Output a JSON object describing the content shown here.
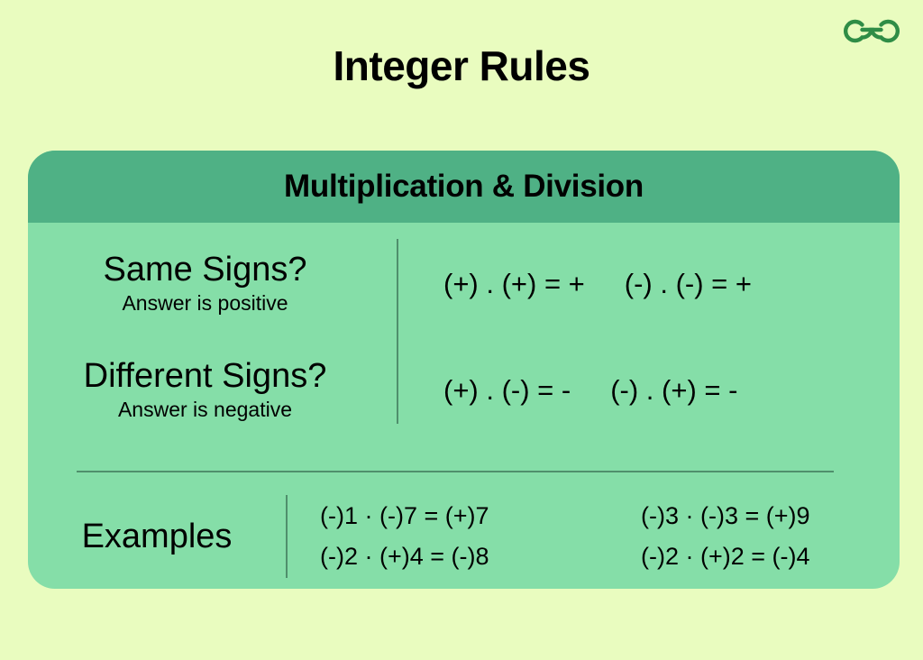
{
  "brand": {
    "logo_name": "geeksforgeeks-logo",
    "logo_color": "#2f8d46"
  },
  "page": {
    "title": "Integer Rules",
    "background_color": "#e9fcbf"
  },
  "card": {
    "background_color": "#85dea8",
    "header": {
      "title": "Multiplication & Division",
      "background_color": "#4fb185"
    },
    "rules": [
      {
        "label": "Same Signs?",
        "sublabel": "Answer is positive",
        "formulas": [
          "(+) . (+) = +",
          "(-) . (-) = +"
        ]
      },
      {
        "label": "Different Signs?",
        "sublabel": "Answer is negative",
        "formulas": [
          "(+) . (-) = -",
          "(-) . (+) = -"
        ]
      }
    ],
    "examples": {
      "label": "Examples",
      "left_column": [
        "(-)1 · (-)7 = (+)7",
        "(-)2 · (+)4 = (-)8"
      ],
      "right_column": [
        "(-)3 · (-)3 = (+)9",
        "(-)2 · (+)2 = (-)4"
      ]
    },
    "divider_color": "#4f8f6c"
  }
}
